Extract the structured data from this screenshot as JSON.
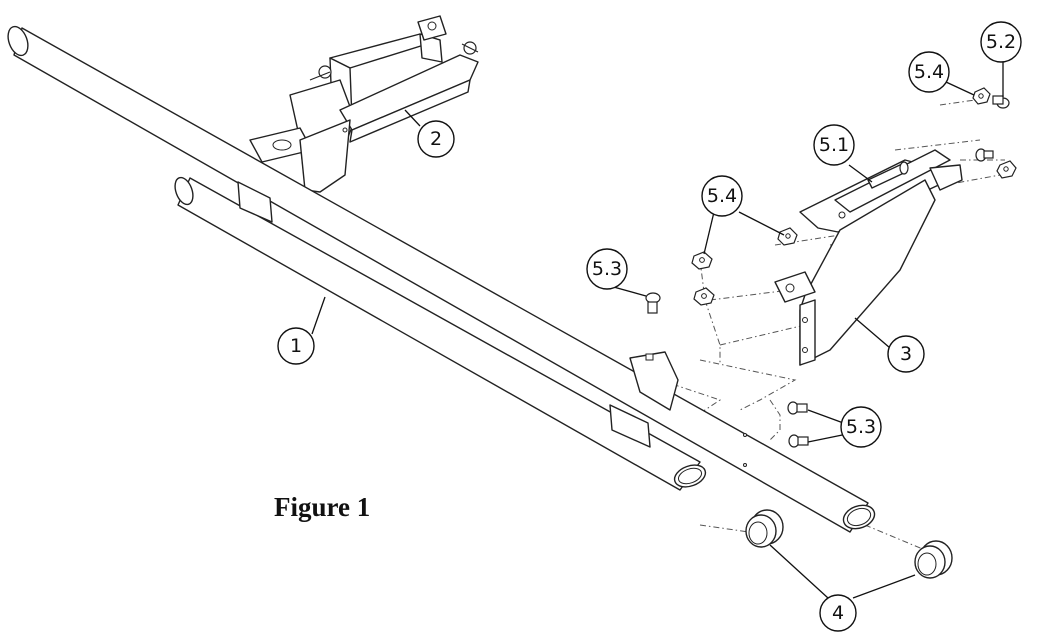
{
  "figure_caption": "Figure 1",
  "callouts": {
    "tube": "1",
    "upper_bracket": "2",
    "side_bracket": "3",
    "end_caps": "4",
    "pin": "5.1",
    "bolt_top": "5.2",
    "bolt_left": "5.3",
    "bolts_bottom": "5.3",
    "nut_top": "5.4",
    "nuts_left": "5.4"
  }
}
